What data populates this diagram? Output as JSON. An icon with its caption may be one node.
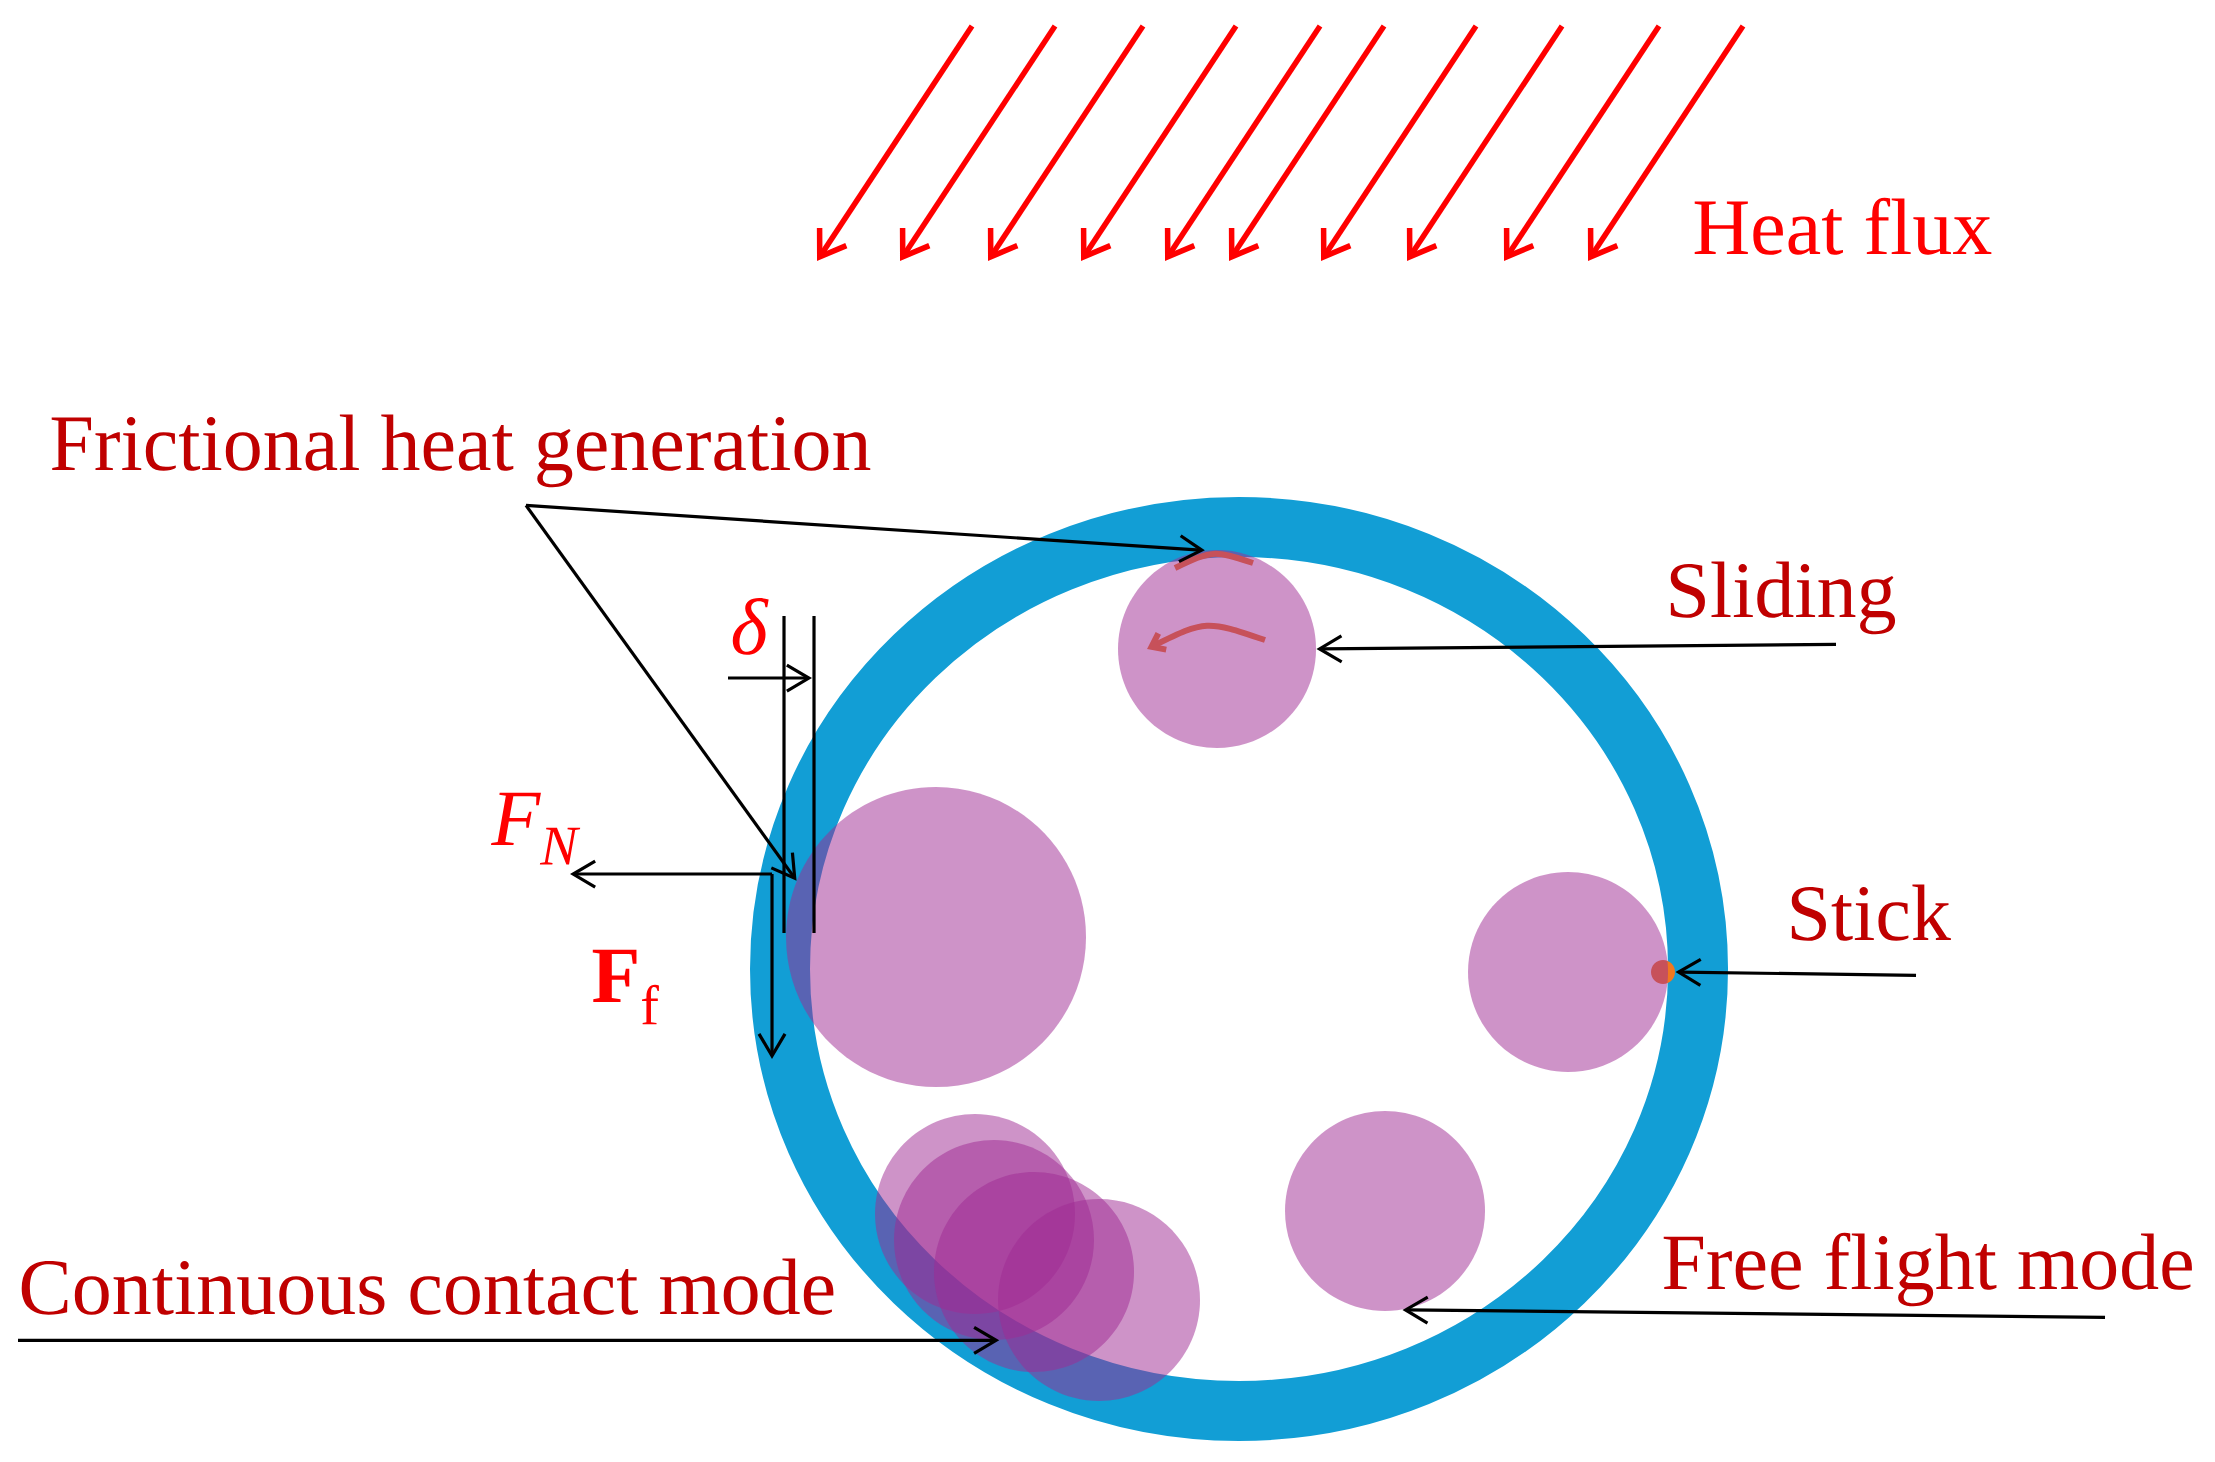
{
  "diagram": {
    "nodes": [
      {
        "text": [
          "Frictional heat generation"
        ]
      },
      {
        "text": [
          "Sliding"
        ]
      },
      {
        "text": [
          "Stick"
        ]
      },
      {
        "text": [
          "Continuous contact mode"
        ]
      },
      {
        "text": [
          "Free flight mode"
        ]
      },
      {
        "text": [],
        "shape": "circle"
      },
      {
        "text": [],
        "shape": "circle"
      },
      {
        "text": [],
        "shape": "circle"
      },
      {
        "text": [],
        "shape": "circle"
      },
      {
        "text": [],
        "shape": "circle"
      },
      {
        "text": [],
        "shape": "circle"
      },
      {
        "text": [],
        "shape": "circle"
      },
      {
        "text": [],
        "shape": "circle"
      },
      {
        "text": [],
        "shape": "circle"
      }
    ],
    "edges": [
      {
        "from": 0,
        "to": 10,
        "arrow": "to"
      },
      {
        "from": 0,
        "to": 5,
        "arrow": "to"
      },
      {
        "from": 1,
        "to": 10,
        "arrow": "to"
      },
      {
        "from": 2,
        "to": 13,
        "arrow": "to"
      },
      {
        "from": 3,
        "to": 7,
        "arrow": "to"
      },
      {
        "from": 4,
        "to": 11,
        "arrow": "to"
      }
    ],
    "labels": [
      "Heat flux",
      "δ",
      "F$_{N}$",
      "**F**$_{f}$"
    ]
  }
}
